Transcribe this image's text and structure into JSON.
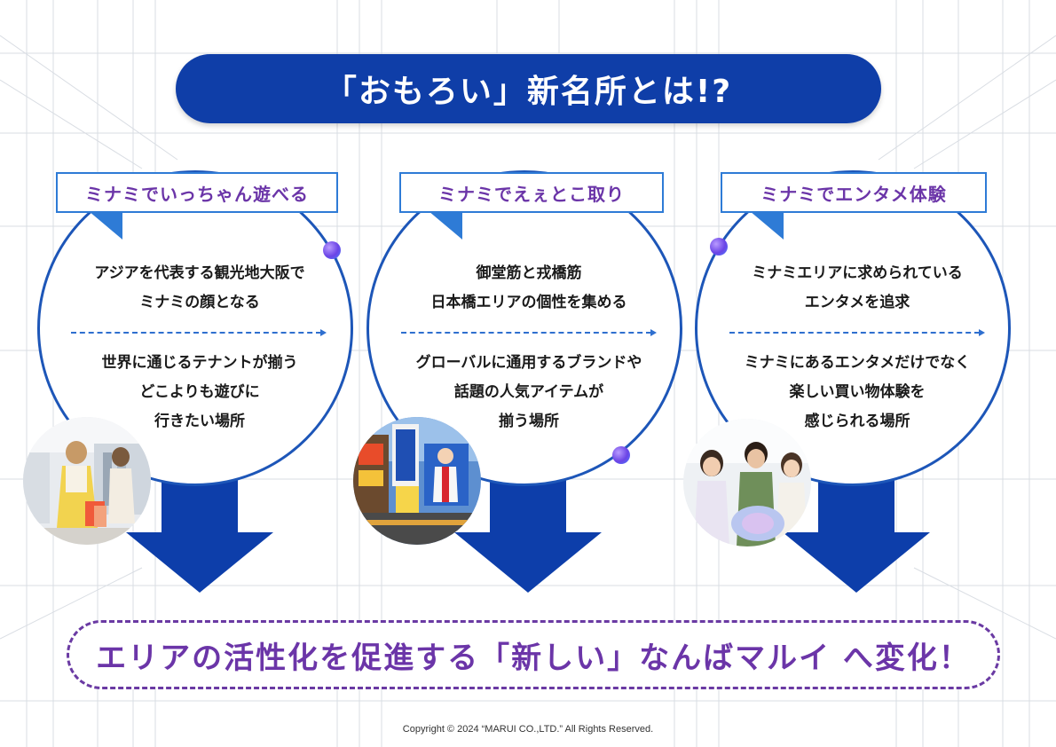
{
  "title": "「おもろい」新名所とは!?",
  "columns": [
    {
      "label": "ミナミでいっちゃん遊べる",
      "lines_top": [
        "アジアを代表する観光地大阪で",
        "ミナミの顔となる"
      ],
      "lines_bottom": [
        "世界に通じるテナントが揃う",
        "どこよりも遊びに",
        "行きたい場所"
      ],
      "photo_icon": "shopping-photo"
    },
    {
      "label": "ミナミでえぇとこ取り",
      "lines_top": [
        "御堂筋と戎橋筋",
        "日本橋エリアの個性を集める"
      ],
      "lines_bottom": [
        "グローバルに通用するブランドや",
        "話題の人気アイテムが",
        "揃う場所"
      ],
      "photo_icon": "dotonbori-photo"
    },
    {
      "label": "ミナミでエンタメ体験",
      "lines_top": [
        "ミナミエリアに求められている",
        "エンタメを追求"
      ],
      "lines_bottom": [
        "ミナミにあるエンタメだけでなく",
        "楽しい買い物体験を",
        "感じられる場所"
      ],
      "photo_icon": "friends-photo"
    }
  ],
  "conclusion": "エリアの活性化を促進する「新しい」なんばマルイ へ変化！",
  "copyright": "Copyright © 2024 “MARUI CO.,LTD.” All Rights Reserved.",
  "colors": {
    "navy": "#0f3ea8",
    "purple": "#6b35a8",
    "circle_border": "#1d56b8",
    "arrow": "#0d3eaa"
  }
}
